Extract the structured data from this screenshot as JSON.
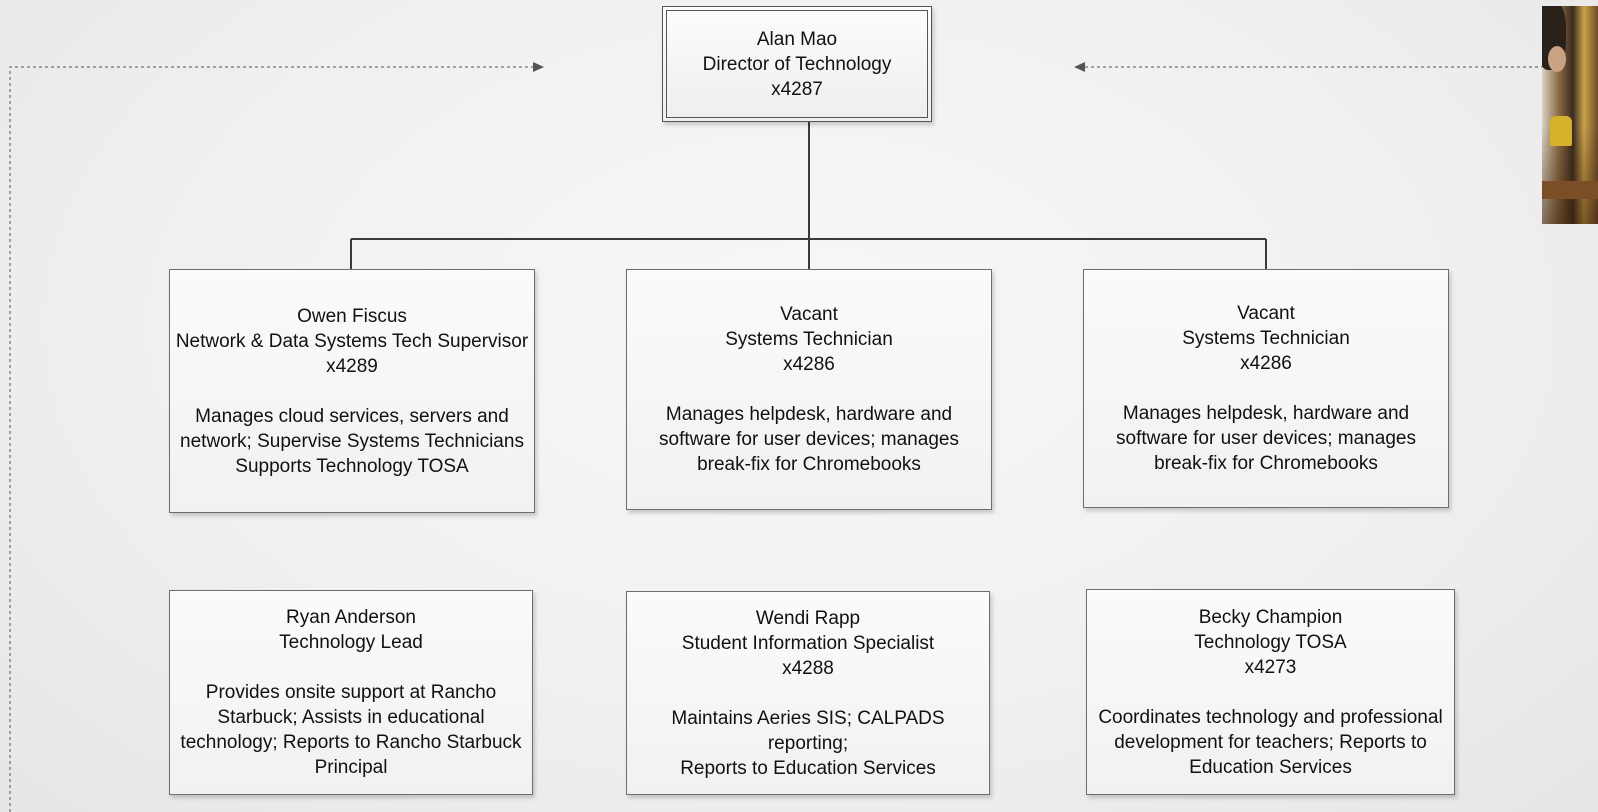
{
  "top": {
    "name": "Alan Mao",
    "title": "Director of Technology",
    "ext": "x4287"
  },
  "row1": [
    {
      "name": "Owen Fiscus",
      "title": "Network & Data Systems Tech Supervisor",
      "ext": "x4289",
      "desc": [
        "Manages cloud services, servers and",
        "network; Supervise Systems Technicians",
        "Supports Technology TOSA"
      ]
    },
    {
      "name": "Vacant",
      "title": "Systems Technician",
      "ext": "x4286",
      "desc": [
        "Manages helpdesk, hardware and",
        "software for user devices; manages",
        "break-fix for Chromebooks"
      ]
    },
    {
      "name": "Vacant",
      "title": "Systems Technician",
      "ext": "x4286",
      "desc": [
        "Manages helpdesk, hardware and",
        "software for user devices; manages",
        "break-fix for Chromebooks"
      ]
    }
  ],
  "row2": [
    {
      "name": "Ryan Anderson",
      "title": "Technology Lead",
      "desc": [
        "Provides onsite support at Rancho",
        "Starbuck; Assists in educational",
        "technology; Reports to Rancho Starbuck",
        "Principal"
      ]
    },
    {
      "name": "Wendi Rapp",
      "title": "Student Information Specialist",
      "ext": "x4288",
      "desc": [
        "Maintains Aeries SIS; CALPADS reporting;",
        "Reports to Education Services"
      ]
    },
    {
      "name": "Becky Champion",
      "title": "Technology TOSA",
      "ext": "x4273",
      "desc": [
        "Coordinates technology and professional",
        "development for teachers; Reports to",
        "Education Services"
      ]
    }
  ],
  "colors": {
    "line": "#3a3a3a",
    "dashed": "#555555",
    "border": "#6e6e6e"
  }
}
